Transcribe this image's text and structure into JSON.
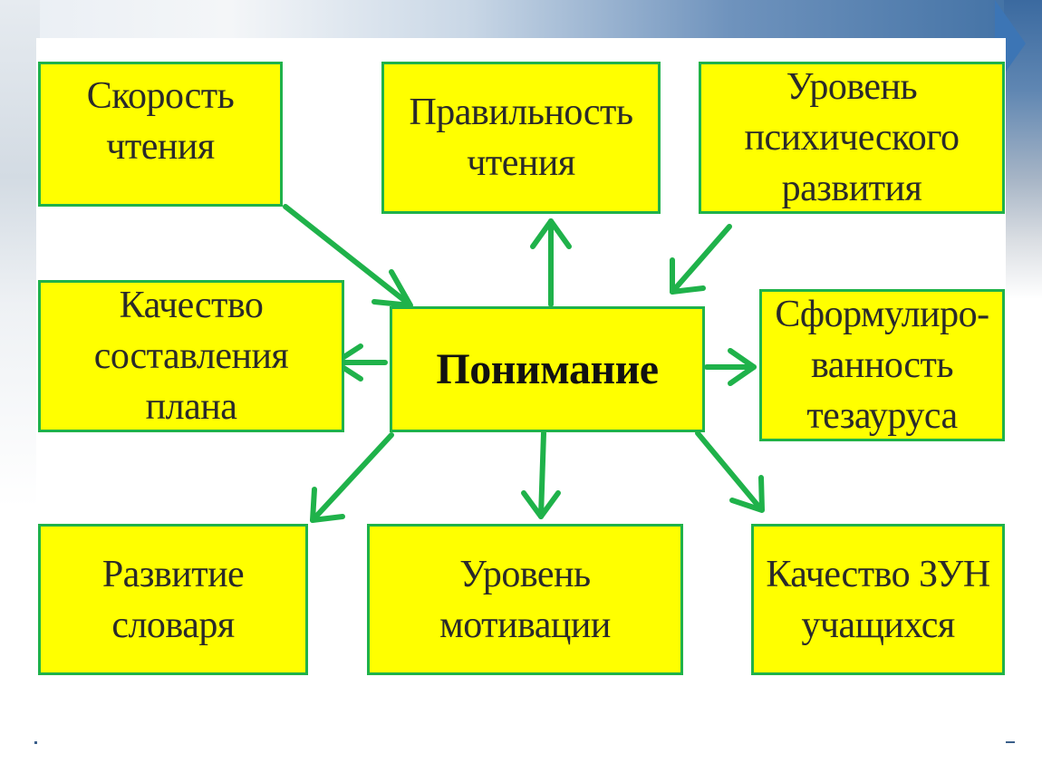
{
  "diagram": {
    "center": "Понимание",
    "nodes": {
      "speed": "Скорость\nчтения",
      "correctness": "Правильность\nчтения",
      "mental_level": "Уровень\nпсихического\nразвития",
      "plan_quality": "Качество\nсоставления\nплана",
      "thesaurus": "Сформулиро-\nванность\nтезауруса",
      "vocabulary": "Развитие\nсловаря",
      "motivation": "Уровень\nмотивации",
      "zun_quality": "Качество ЗУН\nучащихся"
    },
    "colors": {
      "box_fill": "#ffff00",
      "box_border": "#1fb24a",
      "arrow": "#1fb24a",
      "text": "#2a2a2a"
    }
  }
}
